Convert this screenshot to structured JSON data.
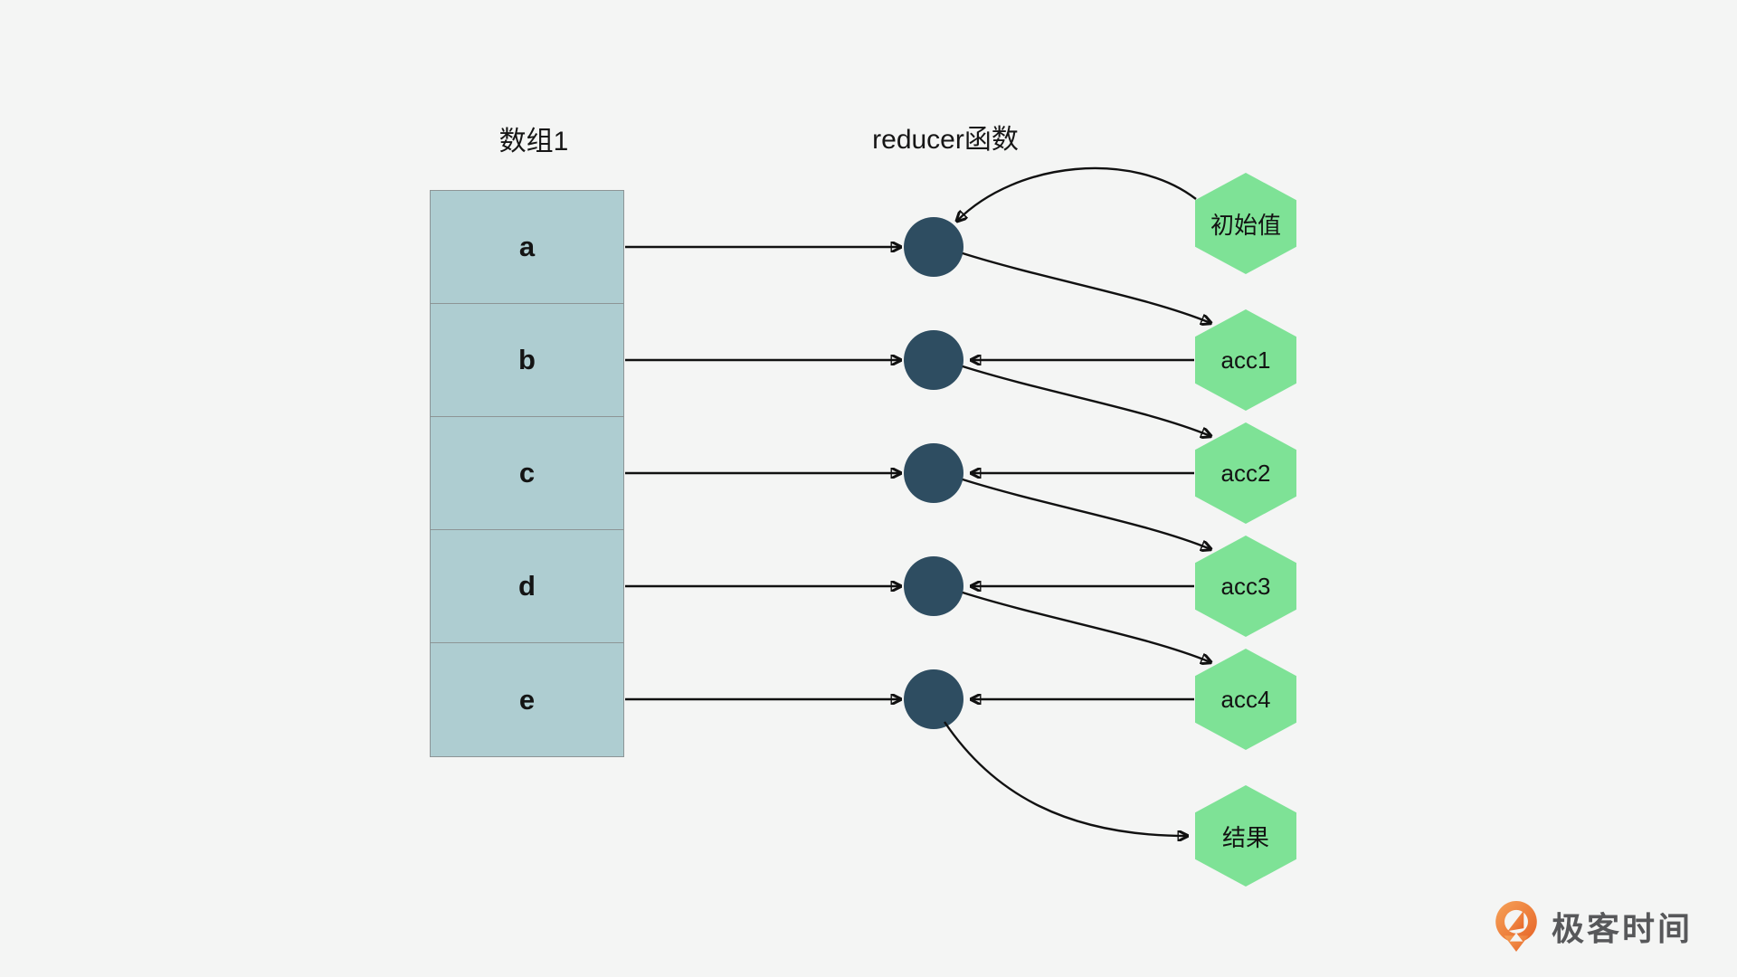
{
  "titles": {
    "array": "数组1",
    "reducer": "reducer函数"
  },
  "array": {
    "cells": [
      "a",
      "b",
      "c",
      "d",
      "e"
    ]
  },
  "reducer_nodes_count": 5,
  "hexagons": [
    {
      "label": "初始值"
    },
    {
      "label": "acc1"
    },
    {
      "label": "acc2"
    },
    {
      "label": "acc3"
    },
    {
      "label": "acc4"
    },
    {
      "label": "结果"
    }
  ],
  "colors": {
    "background": "#f4f5f4",
    "cell_fill": "#aecdd1",
    "cell_border": "#8d9596",
    "node_fill": "#2e4d61",
    "hexagon_fill": "#7ee296",
    "arrow": "#111111",
    "text": "#161616",
    "logo_orange": "#ec6b29",
    "logo_text_color": "#57585a"
  },
  "logo": {
    "text": "极客时间",
    "icon": "geektime-pin-icon"
  }
}
